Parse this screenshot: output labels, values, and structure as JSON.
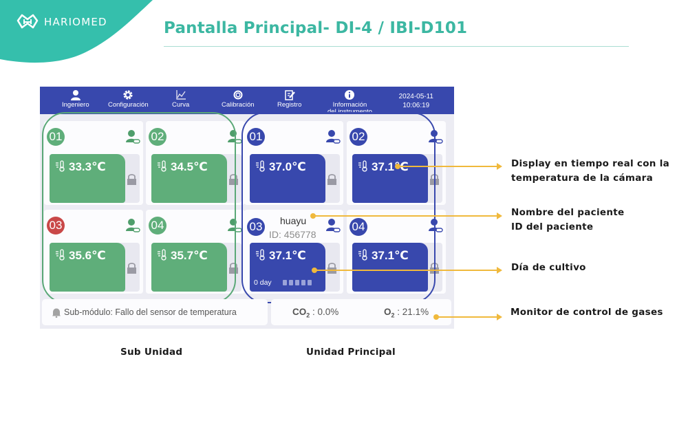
{
  "brand": {
    "name": "HARIOMED",
    "color": "#35bfac"
  },
  "page_title": "Pantalla Principal- DI-4 / IBI-D101",
  "device": {
    "nav": [
      {
        "label": "Ingeniero",
        "icon": "user-icon"
      },
      {
        "label": "Configuración",
        "icon": "gear-icon"
      },
      {
        "label": "Curva",
        "icon": "chart-icon"
      },
      {
        "label": "Calibración",
        "icon": "target-icon"
      },
      {
        "label": "Registro",
        "icon": "edit-log-icon"
      },
      {
        "label_line1": "Información",
        "label_line2": "del instrumento",
        "icon": "info-icon"
      }
    ],
    "date": "2024-05-11",
    "time": "10:06:19",
    "colors": {
      "nav_bg": "#3848ad",
      "sub_green": "#5fae7a",
      "main_blue": "#3848ad",
      "alarm_red": "#c94848"
    },
    "sub_unit_cards": [
      {
        "number": "01",
        "temperature": "33.3℃",
        "badge_status": "normal"
      },
      {
        "number": "02",
        "temperature": "34.5℃",
        "badge_status": "normal"
      },
      {
        "number": "03",
        "temperature": "35.6℃",
        "badge_status": "alarm"
      },
      {
        "number": "04",
        "temperature": "35.7℃",
        "badge_status": "normal"
      }
    ],
    "main_unit_cards": [
      {
        "number": "01",
        "temperature": "37.0℃"
      },
      {
        "number": "02",
        "temperature": "37.1℃"
      },
      {
        "number": "03",
        "temperature": "37.1℃",
        "patient_name": "huayu",
        "patient_id": "ID: 456778",
        "culture_day": "0 day",
        "day_progress_dots": 5
      },
      {
        "number": "04",
        "temperature": "37.1℃"
      }
    ],
    "alarm_message": "Sub-módulo: Fallo del sensor de temperatura",
    "gas": {
      "co2_label": "CO",
      "co2_sub": "2",
      "co2_value": ": 0.0%",
      "o2_label": "O",
      "o2_sub": "2",
      "o2_value": ": 21.1%"
    }
  },
  "annotations": {
    "realtime_display_line1": "Display en tiempo real con la",
    "realtime_display_line2": "temperatura de la cámara",
    "patient_line1": "Nombre del paciente",
    "patient_line2": "ID del paciente",
    "culture_day": "Día de cultivo",
    "gas_monitor": "Monitor de control de gases",
    "pointer_color": "#f0b93c"
  },
  "group_labels": {
    "sub_unit": "Sub Unidad",
    "main_unit": "Unidad Principal"
  }
}
